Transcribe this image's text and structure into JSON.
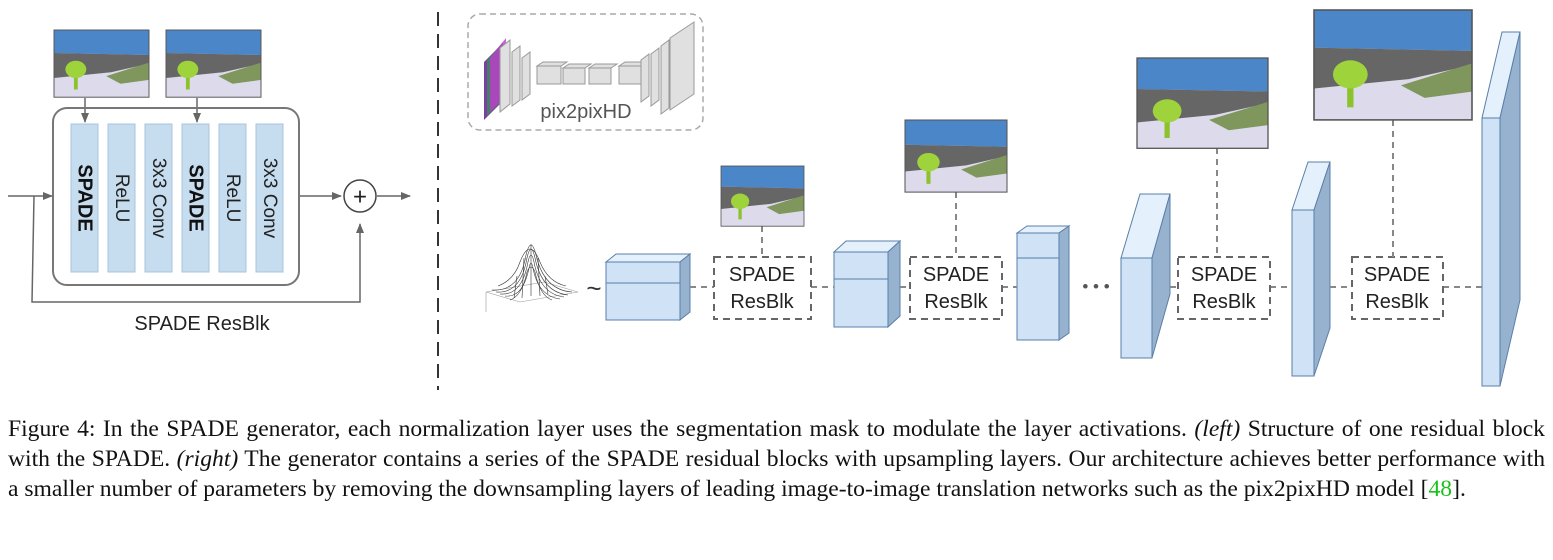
{
  "left_panel": {
    "layers": [
      "SPADE",
      "ReLU",
      "3x3 Conv",
      "SPADE",
      "ReLU",
      "3x3 Conv"
    ],
    "sum_symbol": "+",
    "block_label": "SPADE ResBlk"
  },
  "right_panel": {
    "inset_label": "pix2pixHD",
    "noise_symbol": "~",
    "resblk_line1": "SPADE",
    "resblk_line2": "ResBlk",
    "ellipsis": "• • •"
  },
  "caption": {
    "lead": "Figure 4: In the SPADE generator, each normalization layer uses the segmentation mask to modulate the layer activations.",
    "left_tag": "(left)",
    "left_text": " Structure of one residual block with the SPADE. ",
    "right_tag": "(right)",
    "right_text": " The generator contains a series of the SPADE residual blocks with upsampling layers. Our architecture achieves better performance with a smaller number of parameters by removing the downsampling layers of leading image-to-image translation networks such as the pix2pixHD model [",
    "citation": "48",
    "tail": "]."
  },
  "colors": {
    "layer_fill": "#c6dcef",
    "layer_stroke": "#a9c4dc",
    "box_front": "#cfe2f6",
    "box_top": "#e4f0fb",
    "box_side": "#97b2cf",
    "sky": "#4a86c8",
    "mountain": "#666666",
    "grass": "#7f965c",
    "ground": "#dcdaeb",
    "tree": "#9ed33c",
    "trunk": "#8cc22b",
    "citation": "#18c21a"
  }
}
